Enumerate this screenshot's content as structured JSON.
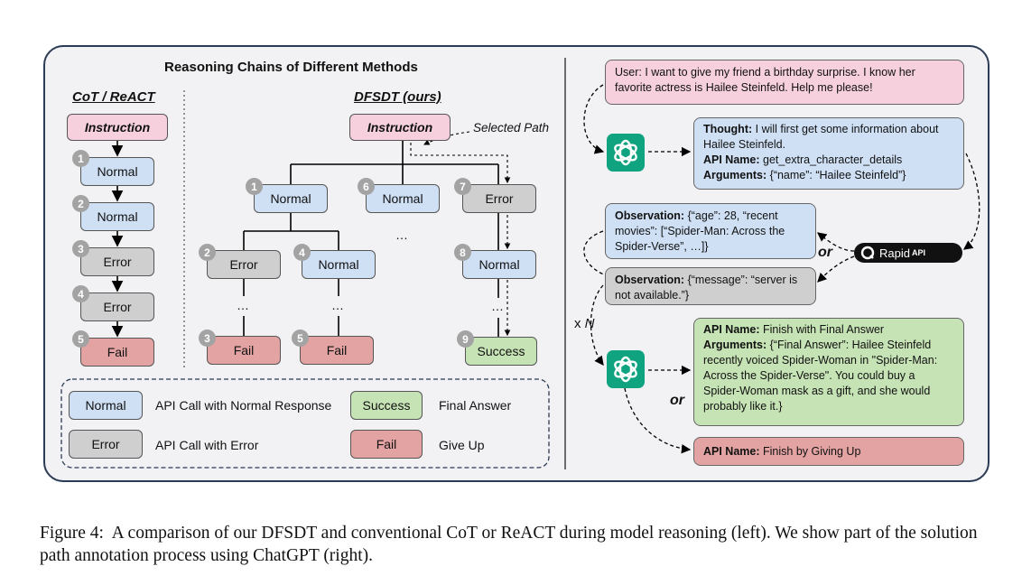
{
  "main_title": "Reasoning Chains of Different Methods",
  "cot_title": "CoT / ReACT",
  "dfsdt_title": "DFSDT (ours)",
  "selected_path_label": "Selected Path",
  "labels": {
    "instruction": "Instruction",
    "normal": "Normal",
    "error": "Error",
    "fail": "Fail",
    "success": "Success",
    "ellipsis": "…"
  },
  "badges": [
    "1",
    "2",
    "3",
    "4",
    "5",
    "6",
    "7",
    "8",
    "9"
  ],
  "legend": {
    "normal_desc": "API Call with Normal Response",
    "error_desc": "API Call with Error",
    "success_desc": "Final Answer",
    "fail_desc": "Give Up"
  },
  "right": {
    "user_msg": "User: I want to give my friend a birthday surprise. I know her favorite actress is Hailee Steinfeld. Help me please!",
    "thought_label": "Thought:",
    "thought_text": "I will first get some information about Hailee Steinfeld.",
    "api_name_label": "API Name:",
    "api_name_1": "get_extra_character_details",
    "arguments_label": "Arguments:",
    "arguments_1": "{“name”: “Hailee Steinfeld”}",
    "observation_label": "Observation:",
    "observation_1": "{“age”: 28, “recent movies”: [“Spider-Man: Across the Spider-Verse”, …]}",
    "observation_2": "{“message”: “server is not available.”}",
    "or_label": "or",
    "repeat_x": "x",
    "repeat_n": "N",
    "rapid_api_name": "Rapid",
    "rapid_api_suffix": "API",
    "finish_api_name": "Finish with Final Answer",
    "finish_arguments": "{“Final Answer”: Hailee Steinfeld recently voiced Spider-Woman in \"Spider-Man: Across the Spider-Verse\".  You could buy a Spider-Woman mask as a gift, and she would probably like it.}",
    "give_up_api_name": "Finish by Giving Up"
  },
  "caption": {
    "prefix": "Figure 4:",
    "text": "A comparison of our DFSDT and conventional CoT or ReACT during model reasoning (left). We show part of the solution path annotation process using ChatGPT (right)."
  },
  "colors": {
    "instruction": "#f6d0dd",
    "normal": "#cfe0f5",
    "error": "#cfcfcf",
    "fail": "#e3a3a3",
    "success": "#c6e3b5",
    "panel_border": "#2b3a55",
    "chatgpt": "#10a37f"
  },
  "icons": [
    "chatgpt-logo-icon",
    "rapidapi-logo-icon"
  ]
}
